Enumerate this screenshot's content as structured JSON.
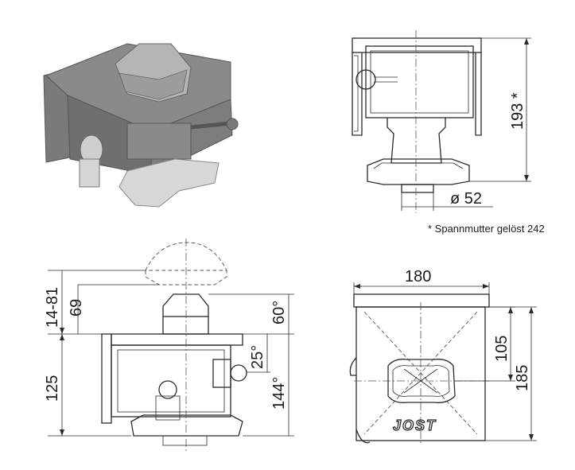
{
  "dimensions": {
    "height_top": "193 *",
    "diameter": "ø 52",
    "d14_81": "14-81",
    "d69": "69",
    "d60": "60°",
    "d25": "25°",
    "d125": "125",
    "d144": "144°",
    "width_front": "180",
    "d105": "105",
    "d185": "185"
  },
  "footnote": "* Spannmutter gelöst 242",
  "logo": "JOST",
  "colors": {
    "body": "#c7c7c7",
    "line": "#2a2a2a"
  }
}
